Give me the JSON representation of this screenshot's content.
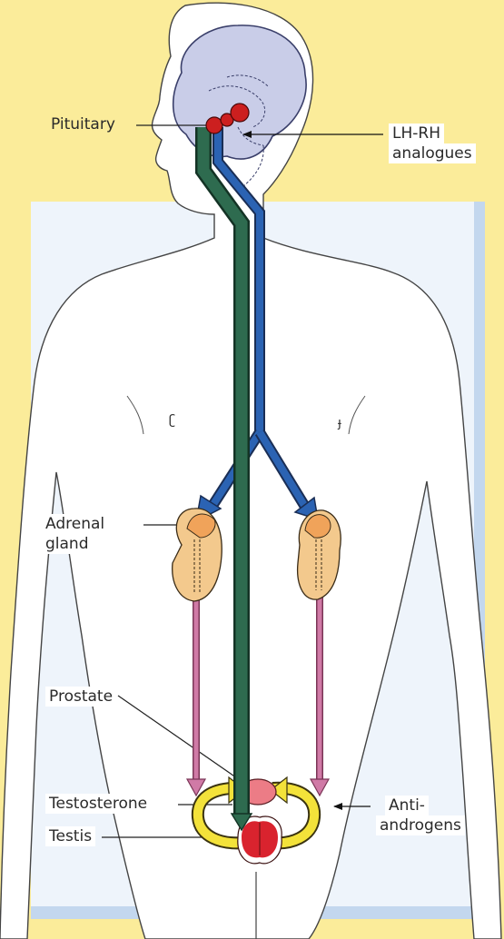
{
  "labels": {
    "pituitary": "Pituitary",
    "lhrh_line1": "LH-RH",
    "lhrh_line2": "analogues",
    "adrenal_line1": "Adrenal",
    "adrenal_line2": "gland",
    "prostate": "Prostate",
    "testosterone": "Testosterone",
    "testis": "Testis",
    "anti_line1": "Anti-",
    "anti_line2": "androgens"
  },
  "colors": {
    "background": "#fbec9a",
    "panel": "#eef4fb",
    "panel_shadow": "#c3d7ee",
    "body_fill": "#ffffff",
    "brain": "#c9cde8",
    "pituitary": "#cc1f1f",
    "green_pathway": "#2e6b4f",
    "blue_pathway": "#2b63b3",
    "pink_pathway": "#d07aa6",
    "adrenal": "#f3c98d",
    "adrenal_top": "#f0a35a",
    "testosterone_loop": "#f3e23a",
    "prostate": "#ec7c86",
    "testis": "#d9232e"
  }
}
